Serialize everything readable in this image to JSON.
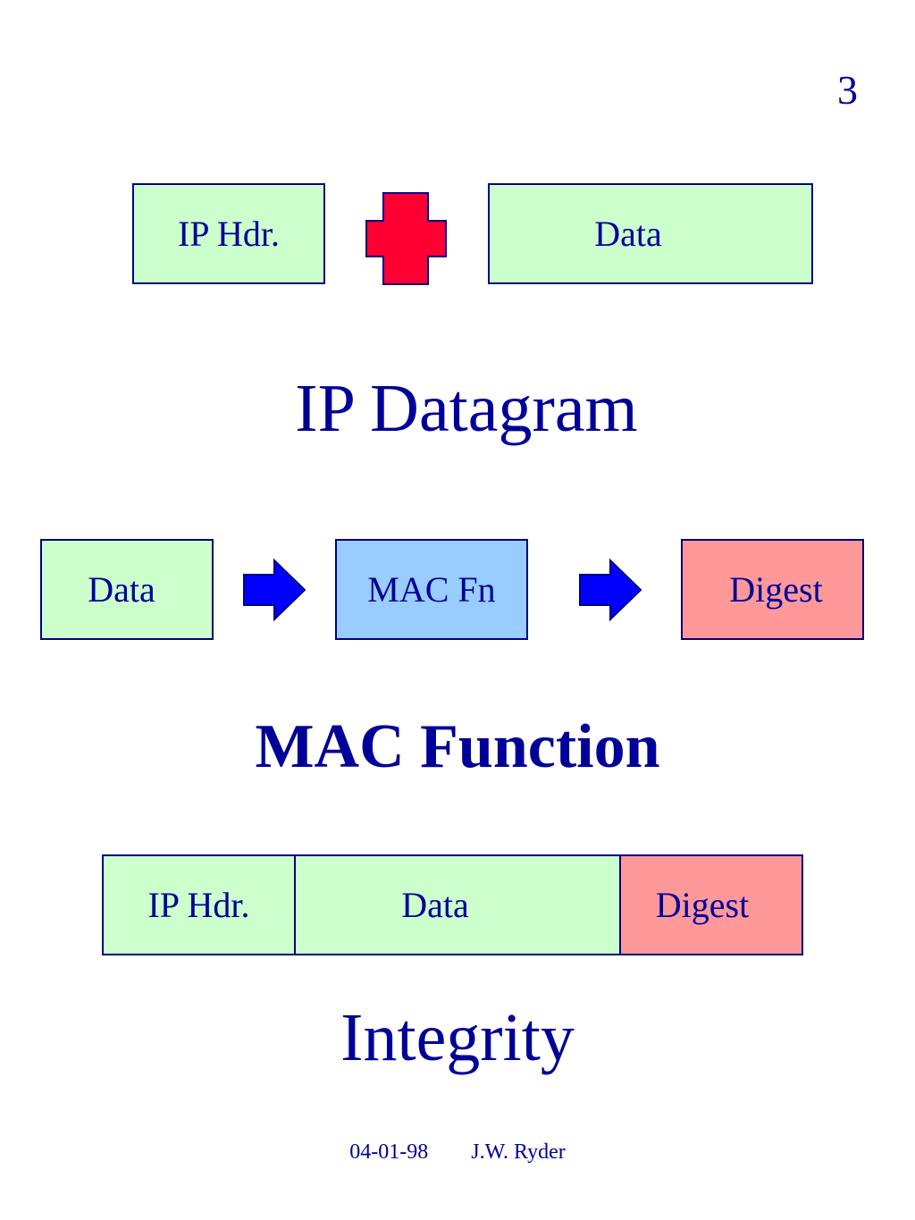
{
  "page_number": "3",
  "row1": {
    "header_label": "IP Hdr.",
    "data_label": "Data",
    "caption": "IP Datagram"
  },
  "row2": {
    "data_label": "Data",
    "mac_label": "MAC Fn",
    "digest_label": "Digest",
    "caption": "MAC Function"
  },
  "row3": {
    "header_label": "IP Hdr.",
    "data_label": "Data",
    "digest_label": "Digest",
    "caption": "Integrity"
  },
  "footer": {
    "date": "04-01-98",
    "author": "J.W. Ryder"
  },
  "colors": {
    "text": "#000099",
    "border": "#000080",
    "green_box": "#ccffcc",
    "blue_box": "#99ccff",
    "pink_box": "#ff9999",
    "plus": "#ff0033",
    "arrow": "#0000ff"
  },
  "icons": [
    "plus-icon",
    "arrow-right-icon"
  ]
}
